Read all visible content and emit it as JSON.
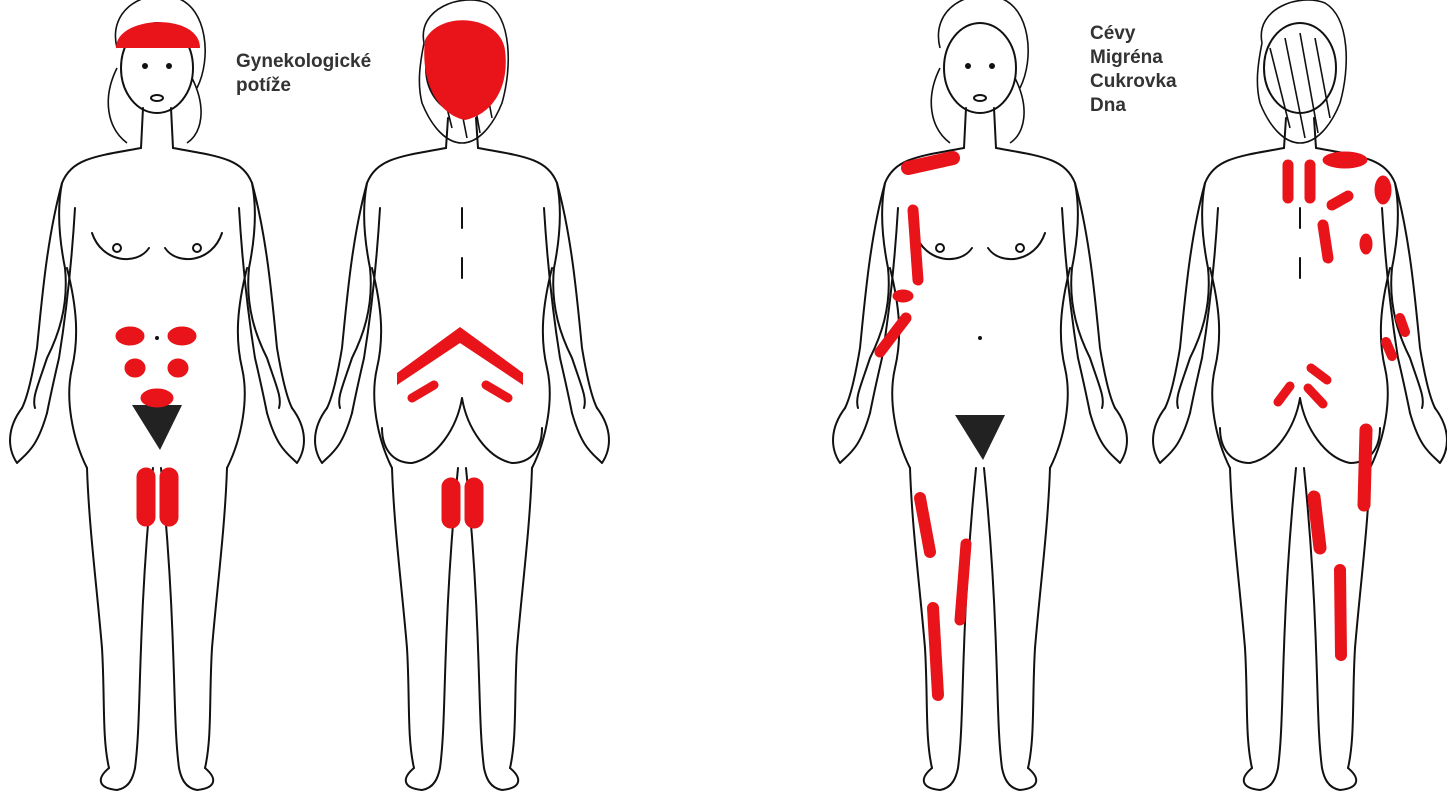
{
  "figures": [
    {
      "id": "figure-left",
      "label_lines": [
        "Gynekologické",
        "potíže"
      ]
    },
    {
      "id": "figure-right",
      "label_lines": [
        "Cévy",
        "Migréna",
        "Cukrovka",
        "Dna"
      ]
    }
  ],
  "colors": {
    "marker": "#e8141a",
    "outline": "#111111",
    "label": "#333333",
    "background": "#ffffff"
  }
}
